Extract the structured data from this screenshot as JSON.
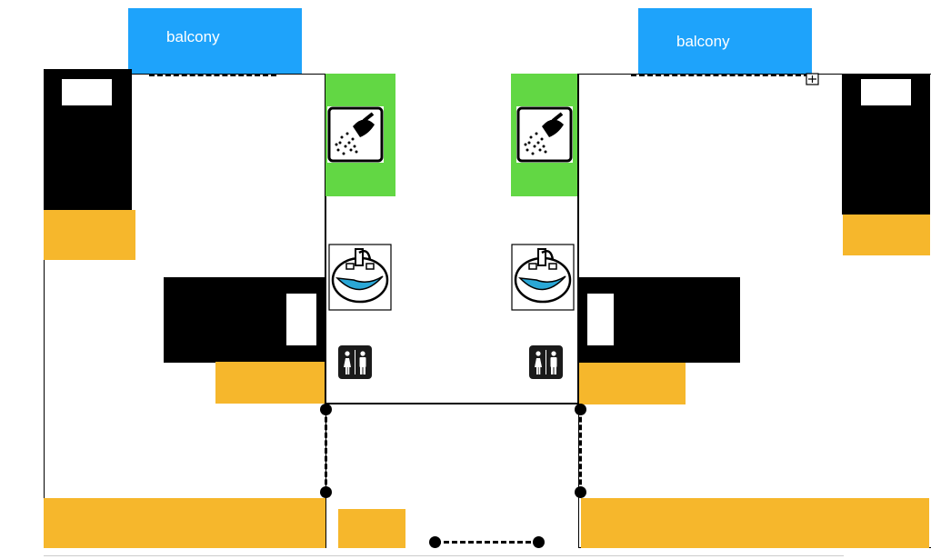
{
  "colors": {
    "balcony": "#1ea3fb",
    "furniture": "#f6b72c",
    "shower_area": "#62d744",
    "walls": "#000000",
    "canvas": "#ffffff"
  },
  "balconies": [
    {
      "label": "balcony"
    },
    {
      "label": "balcony"
    }
  ],
  "icons": {
    "shower": "shower-icon",
    "sink": "sink-icon",
    "restroom": "restroom-icon",
    "expand": "expand-plus-icon",
    "door_hinge": "door-hinge-dot"
  }
}
